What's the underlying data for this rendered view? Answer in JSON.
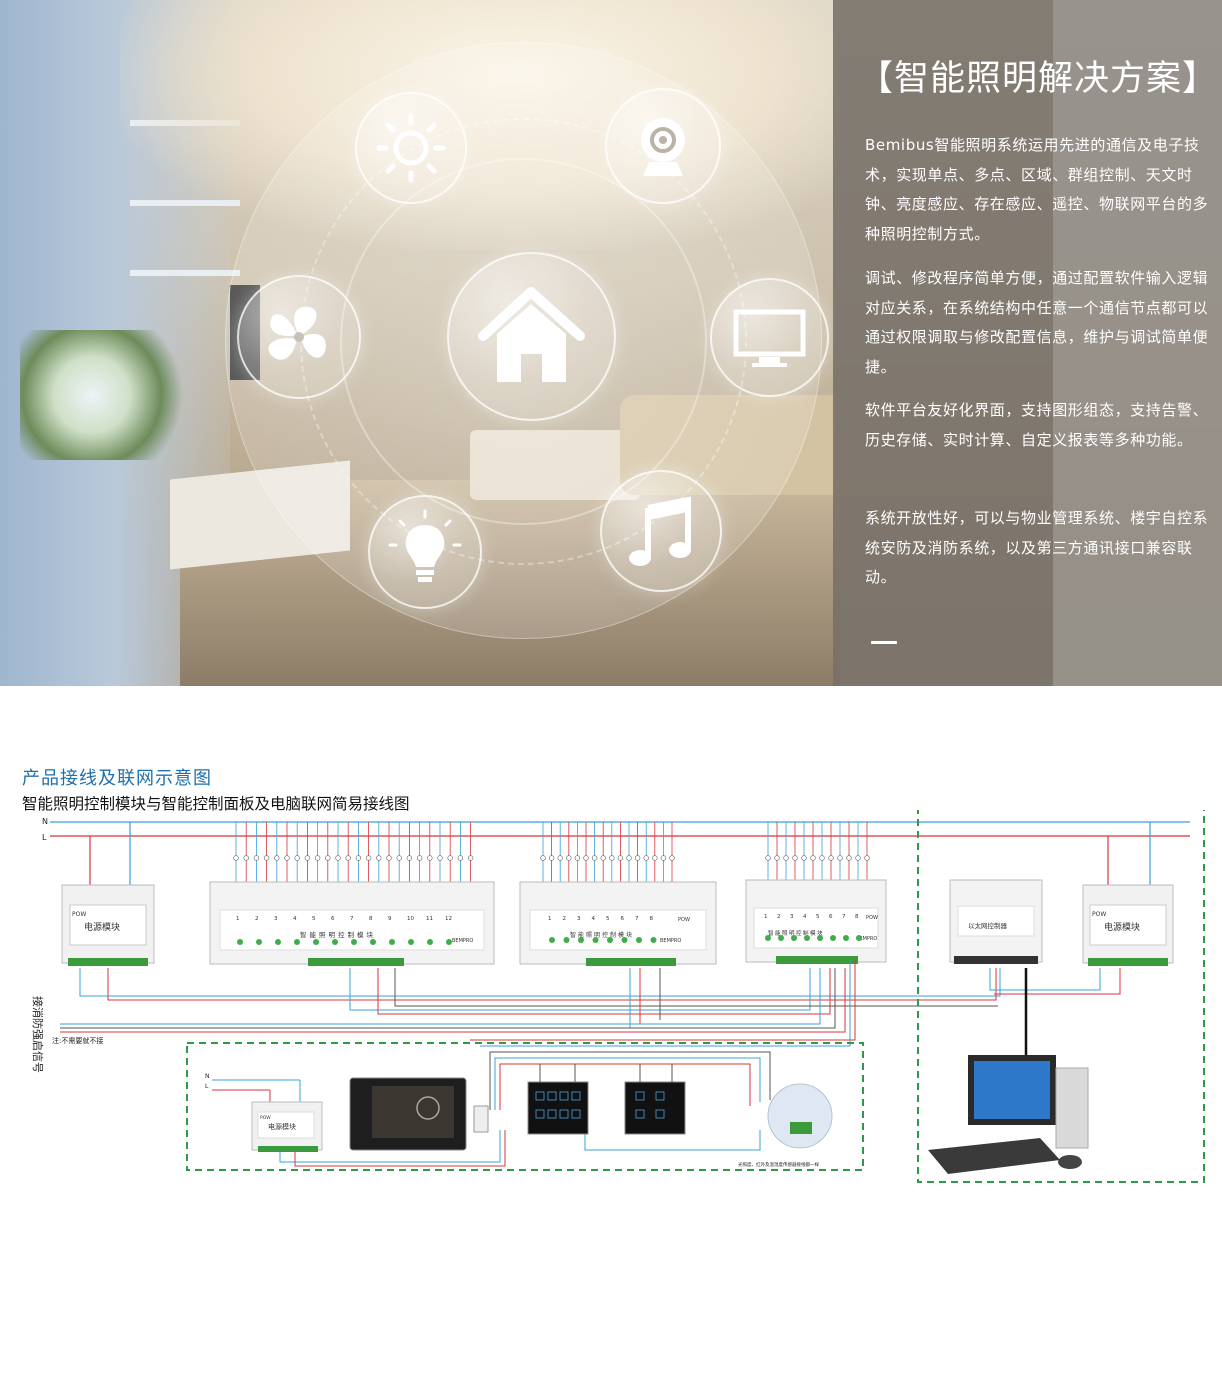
{
  "hero": {
    "title": "【智能照明解决方案】",
    "paragraphs": [
      "Bemibus智能照明系统运用先进的通信及电子技术，实现单点、多点、区域、群组控制、天文时钟、亮度感应、存在感应、遥控、物联网平台的多种照明控制方式。",
      "调试、修改程序简单方便，通过配置软件输入逻辑对应关系，在系统结构中任意一个通信节点都可以通过权限调取与修改配置信息，维护与调试简单便捷。",
      "软件平台友好化界面，支持图形组态，支持告警、历史存储、实时计算、自定义报表等多种功能。",
      "系统开放性好，可以与物业管理系统、楼宇自控系统安防及消防系统，以及第三方通讯接口兼容联动。"
    ],
    "icons": [
      "sun-icon",
      "camera-icon",
      "fan-icon",
      "home-icon",
      "monitor-icon",
      "bulb-icon",
      "music-note-icon"
    ]
  },
  "diagram": {
    "title": "产品接线及联网示意图",
    "subtitle": "智能照明控制模块与智能控制面板及电脑联网简易接线图",
    "line_n": "N",
    "line_l": "L",
    "power_module_label": "电源模块",
    "pow_label": "POW",
    "controller_label": "智能照明控制模块",
    "brand": "BEMPRO",
    "ethernet_label": "以太网控制器",
    "side_label": "接消防强启信号",
    "note": "注:不需要就不接",
    "sensor_note": "光照度、红外及温湿度传感器接线都一样",
    "channels_12": [
      "1",
      "2",
      "3",
      "4",
      "5",
      "6",
      "7",
      "8",
      "9",
      "10",
      "11",
      "12"
    ],
    "channels_8": [
      "1",
      "2",
      "3",
      "4",
      "5",
      "6",
      "7",
      "8"
    ]
  },
  "colors": {
    "accent_blue": "#1f6fb0",
    "wire_red": "#d7353f",
    "wire_blue": "#3aa0d8",
    "dashed_green": "#2e9a48"
  }
}
